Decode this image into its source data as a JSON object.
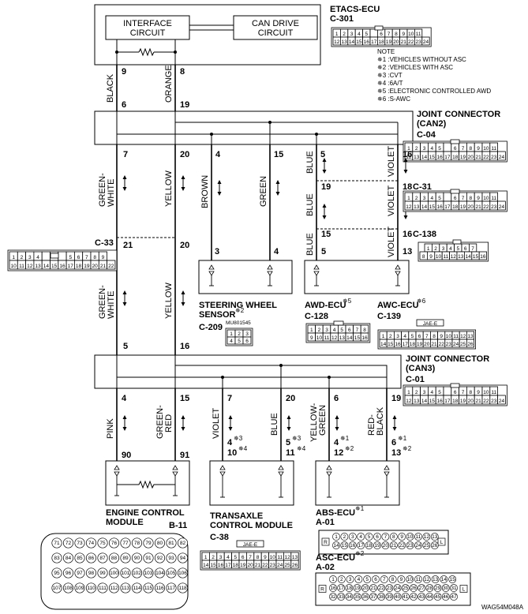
{
  "etacs": {
    "title": "ETACS-ECU",
    "connector": "C-301",
    "interface_line1": "INTERFACE",
    "interface_line2": "CIRCUIT",
    "can_line1": "CAN DRIVE",
    "can_line2": "CIRCUIT",
    "pin_left": "9",
    "pin_right": "8"
  },
  "notes": {
    "title": "NOTE",
    "items": [
      "✵1 :VEHICLES WITHOUT ASC",
      "✵2 :VEHICLES WITH ASC",
      "✵3 :CVT",
      "✵4 :6A/T",
      "✵5 :ELECTRONIC CONTROLLED AWD",
      "✵6 :S-AWC"
    ]
  },
  "wires": {
    "black": "BLACK",
    "orange": "ORANGE",
    "green_white_1": "GREEN-",
    "green_white_2": "WHITE",
    "yellow": "YELLOW",
    "brown": "BROWN",
    "green": "GREEN",
    "blue": "BLUE",
    "violet": "VIOLET",
    "pink": "PINK",
    "green_red_1": "GREEN-",
    "green_red_2": "RED",
    "yellow_green_1": "YELLOW-",
    "yellow_green_2": "GREEN",
    "red_black_1": "RED-",
    "red_black_2": "BLACK"
  },
  "jc2": {
    "title_line1": "JOINT CONNECTOR",
    "title_line2": "(CAN2)",
    "connector": "C-04",
    "pins_top": [
      "6",
      "19"
    ],
    "pins_bottom": [
      "7",
      "20",
      "4",
      "15",
      "5",
      "16"
    ]
  },
  "c31": {
    "connector": "C-31",
    "pins": [
      "19",
      "18"
    ]
  },
  "c138": {
    "connector": "C-138",
    "pins": [
      "15",
      "16",
      "5",
      "13"
    ]
  },
  "c33": {
    "connector": "C-33",
    "pins": [
      "21",
      "20"
    ]
  },
  "steering": {
    "title_line1": "STEERING WHEEL",
    "title_line2": "SENSOR",
    "mark": "✵2",
    "connector": "C-209",
    "part": "MU801545",
    "pins": [
      "3",
      "4"
    ]
  },
  "awd": {
    "title": "AWD-ECU",
    "mark": "✵5",
    "connector": "C-128"
  },
  "awc": {
    "title": "AWC-ECU",
    "mark": "✵6",
    "connector": "C-139",
    "tag": "JAE-E"
  },
  "jc3": {
    "title_line1": "JOINT CONNECTOR",
    "title_line2": "(CAN3)",
    "connector": "C-01",
    "pins_top": [
      "5",
      "16"
    ],
    "pins_bottom": [
      "4",
      "15",
      "7",
      "20",
      "6",
      "19"
    ]
  },
  "ecm": {
    "title_line1": "ENGINE CONTROL",
    "title_line2": "MODULE",
    "connector": "B-11",
    "pins": [
      "90",
      "91"
    ]
  },
  "tcm": {
    "title_line1": "TRANSAXLE",
    "title_line2": "CONTROL MODULE",
    "connector": "C-38",
    "tag": "JAE-E",
    "pin_a1": "4",
    "pin_a1m": "✵3",
    "pin_a2": "10",
    "pin_a2m": "✵4",
    "pin_b1": "5",
    "pin_b1m": "✵3",
    "pin_b2": "11",
    "pin_b2m": "✵4"
  },
  "abs": {
    "title": "ABS-ECU",
    "mark": "✵1",
    "connector": "A-01",
    "pin_a1": "4",
    "pin_a1m": "✵1",
    "pin_a2": "12",
    "pin_a2m": "✵2",
    "pin_b1": "6",
    "pin_b1m": "✵1",
    "pin_b2": "13",
    "pin_b2m": "✵2"
  },
  "asc": {
    "title": "ASC-ECU",
    "mark": "✵2",
    "connector": "A-02"
  },
  "figure_code": "WAG54M048A",
  "conn_labels": {
    "R": "R",
    "L": "L"
  }
}
